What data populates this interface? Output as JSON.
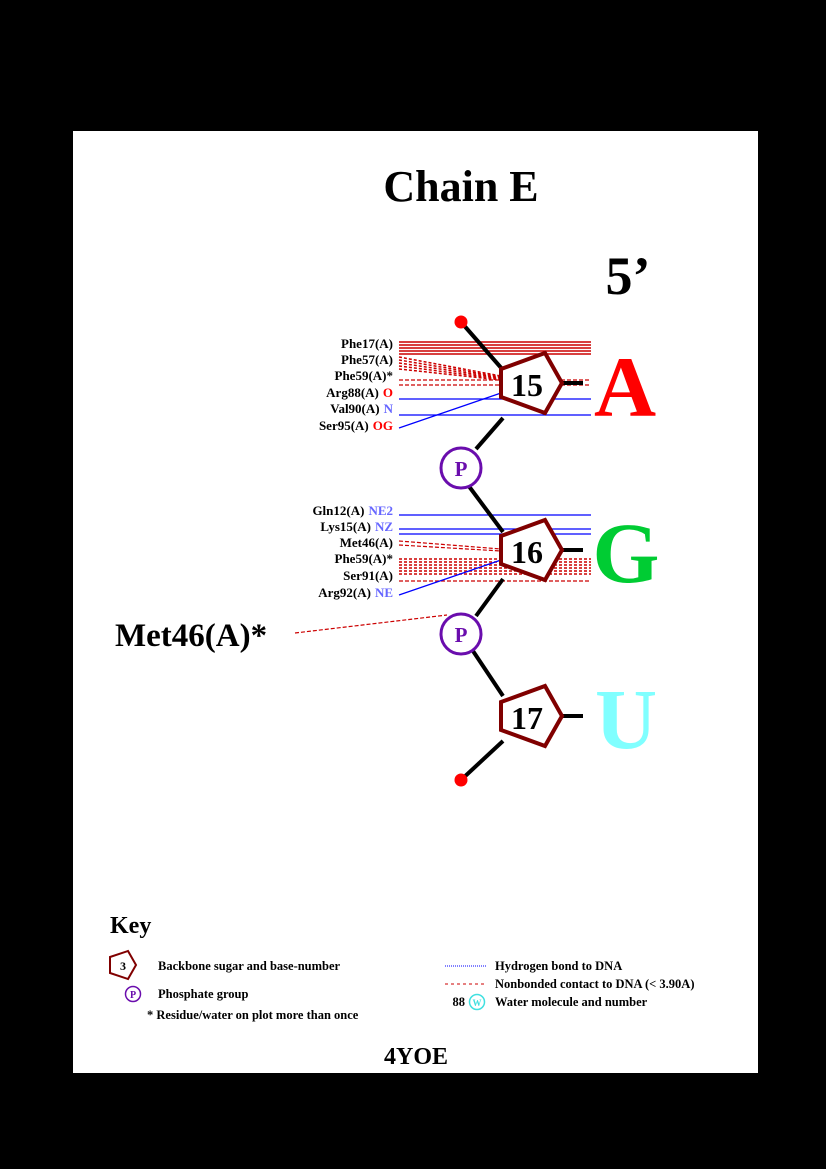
{
  "title": "Chain E",
  "prime_label": "5’",
  "nucleotides": [
    {
      "number": "15",
      "base": "A",
      "base_color": "#ff0000"
    },
    {
      "number": "16",
      "base": "G",
      "base_color": "#00cc33"
    },
    {
      "number": "17",
      "base": "U",
      "base_color": "#80ffff"
    }
  ],
  "phosphate_label": "P",
  "interactions_15": [
    {
      "residue": "Phe17(A)",
      "atom": ""
    },
    {
      "residue": "Phe57(A)",
      "atom": ""
    },
    {
      "residue": "Phe59(A)*",
      "atom": ""
    },
    {
      "residue": "Arg88(A)",
      "atom": "O"
    },
    {
      "residue": "Val90(A)",
      "atom": "N"
    },
    {
      "residue": "Ser95(A)",
      "atom": "OG"
    }
  ],
  "interactions_16": [
    {
      "residue": "Gln12(A)",
      "atom": "NE2"
    },
    {
      "residue": "Lys15(A)",
      "atom": "NZ"
    },
    {
      "residue": "Met46(A)",
      "atom": ""
    },
    {
      "residue": "Phe59(A)*",
      "atom": ""
    },
    {
      "residue": "Ser91(A)",
      "atom": ""
    },
    {
      "residue": "Arg92(A)",
      "atom": "NE"
    }
  ],
  "big_residue": "Met46(A)*",
  "colors": {
    "sugar": "#800000",
    "phosphate": "#6a0dad",
    "hbond": "#0000ff",
    "nonbond": "#cc0000",
    "atom_red": "#ff0000",
    "atom_blue": "#6666ff",
    "water": "#40e0e0"
  },
  "key": {
    "title": "Key",
    "sugar_number": "3",
    "sugar_label": "Backbone sugar and base-number",
    "phosphate_symbol": "P",
    "phosphate_label": "Phosphate group",
    "multi_label": "* Residue/water on plot more than once",
    "hbond_label": "Hydrogen bond to DNA",
    "nonbond_label": "Nonbonded contact to DNA (< 3.90A)",
    "water_number": "88",
    "water_symbol": "W",
    "water_label": "Water molecule and number"
  },
  "pdb_code": "4YOE"
}
